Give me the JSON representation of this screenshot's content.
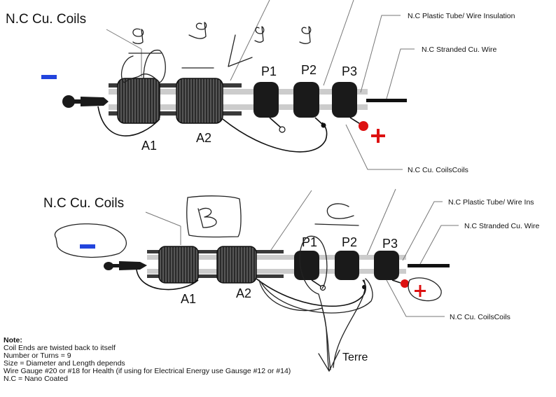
{
  "diagram_top": {
    "title_label": "N.C Cu. Coils",
    "coils": [
      "A1",
      "A2"
    ],
    "pads": [
      "P1",
      "P2",
      "P3"
    ],
    "callouts": {
      "plastic_tube": "N.C Plastic Tube/ Wire Insulation",
      "stranded_wire": "N.C Stranded Cu. Wire",
      "cu_coils": "N.C Cu. CoilsCoils"
    },
    "polarity": {
      "negative": "−",
      "positive": "+"
    },
    "handwritten_marks": [
      "9",
      "9",
      "9",
      "9"
    ]
  },
  "diagram_bottom": {
    "title_label": "N.C Cu. Coils",
    "coils": [
      "A1",
      "A2"
    ],
    "pads": [
      "P1",
      "P2",
      "P3"
    ],
    "callouts": {
      "plastic_tube": "N.C Plastic Tube/ Wire Ins",
      "stranded_wire": "N.C Stranded Cu. Wire",
      "cu_coils": "N.C Cu. CoilsCoils"
    },
    "polarity": {
      "negative": "−",
      "positive": "+"
    },
    "handwritten_marks": [
      "B",
      "C"
    ],
    "ground_label": "Terre"
  },
  "notes": {
    "title": "Note:",
    "lines": [
      "Coil Ends are twisted back to itself",
      "Number or Turns = 9",
      "Size = Diameter and Length depends",
      "Wire Gauge #20 or #18  for Health (if using for Electrical Energy use Gausge #12 or #14)",
      "N.C = Nano Coated"
    ]
  },
  "colors": {
    "negative": "#2244dd",
    "positive": "#dd1111",
    "pad": "#1a1a1a",
    "tube": "#cccccc"
  }
}
